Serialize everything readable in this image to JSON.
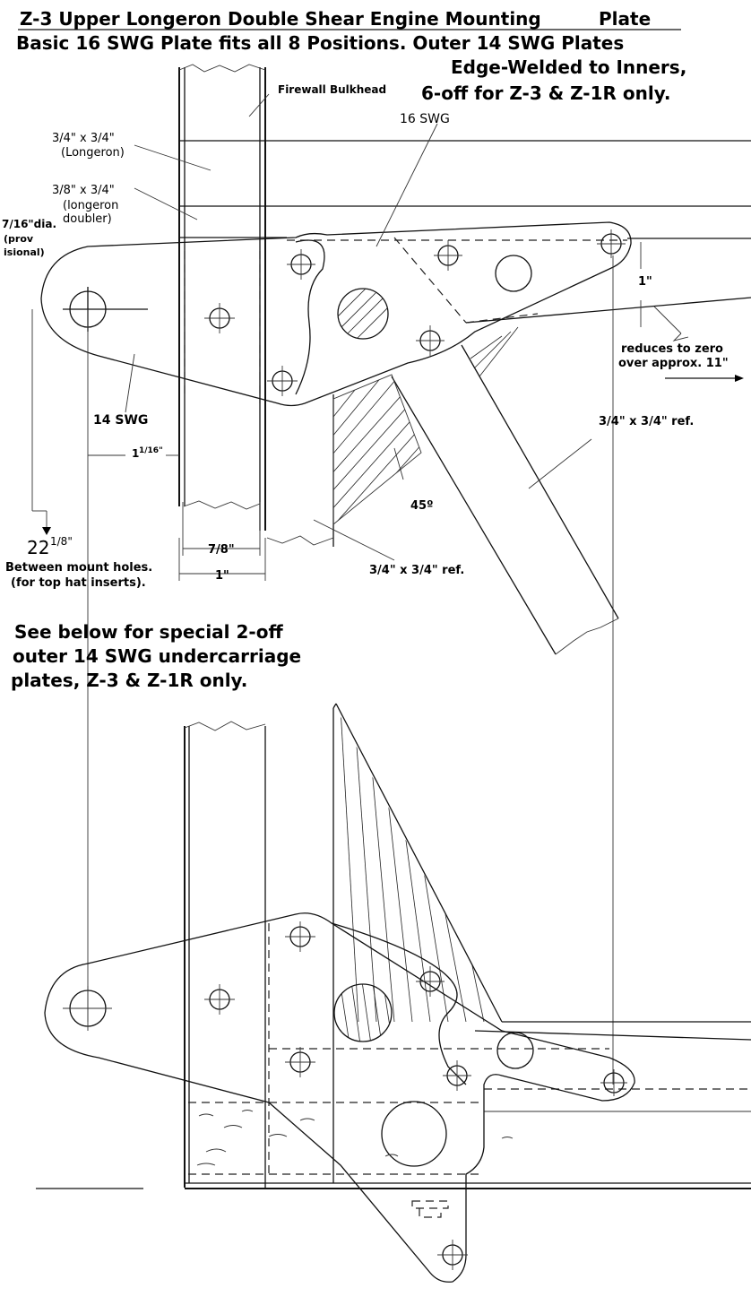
{
  "title": {
    "line1": "Z-3 Upper Longeron Double Shear Engine Mounting",
    "line1_suffix": "Plate",
    "line2": "Basic 16 SWG Plate fits all 8 Positions. Outer 14 SWG Plates",
    "line3": "Edge-Welded to Inners,",
    "line4": "6-off for Z-3 & Z-1R only."
  },
  "labels": {
    "firewall": "Firewall Bulkhead",
    "plate16": "16 SWG",
    "longeron1": "3/4\" x 3/4\"",
    "longeron2": "(Longeron)",
    "doubler1": "3/8\" x 3/4\"",
    "doubler2": "(longeron",
    "doubler3": "doubler)",
    "hole1": "7/16\"dia.",
    "hole2": "(prov",
    "hole3": "isional)",
    "plate14": "14 SWG",
    "dim1": "1\"",
    "reduces1": "reduces to zero",
    "reduces2": "over approx. 11\"",
    "ref1": "3/4\" x 3/4\" ref.",
    "ref2": "3/4\" x 3/4\" ref.",
    "angle": "45º",
    "dim1_16": "1",
    "dim1_16_sup": "1/16\"",
    "dim22": "22",
    "dim22_sup": "1/8\"",
    "between1": "Between mount holes.",
    "between2": "(for top hat inserts).",
    "dim7_8": "7/8\"",
    "dim1b": "1\"",
    "seebelow1": "See below for special 2-off",
    "seebelow2": "outer 14 SWG undercarriage",
    "seebelow3": "plates, Z-3 & Z-1R only."
  }
}
